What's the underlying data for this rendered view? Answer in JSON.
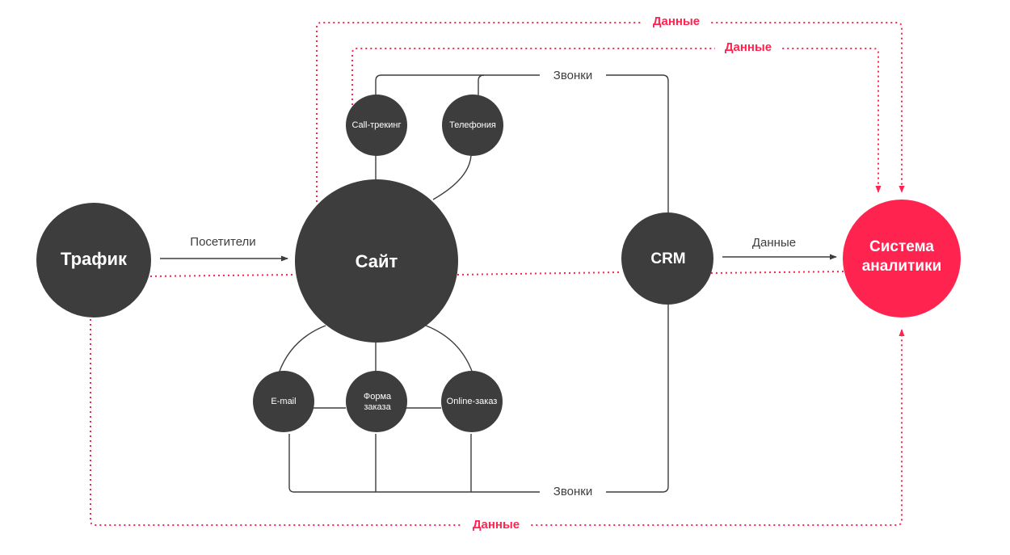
{
  "nodes": {
    "traffic": "Трафик",
    "site": "Сайт",
    "crm": "CRM",
    "analytics_line1": "Система",
    "analytics_line2": "аналитики",
    "call_tracking": "Call-трекинг",
    "telephony": "Телефония",
    "email": "E-mail",
    "order_form_line1": "Форма",
    "order_form_line2": "заказа",
    "online_order": "Online-заказ"
  },
  "edges": {
    "visitors": "Посетители",
    "calls_top": "Звонки",
    "calls_bottom": "Звонки",
    "data_crm": "Данные",
    "data_outer_top": "Данные",
    "data_inner_top": "Данные",
    "data_bottom": "Данные"
  },
  "colors": {
    "node": "#3d3d3d",
    "accent": "#ff2350",
    "background": "#ffffff"
  }
}
